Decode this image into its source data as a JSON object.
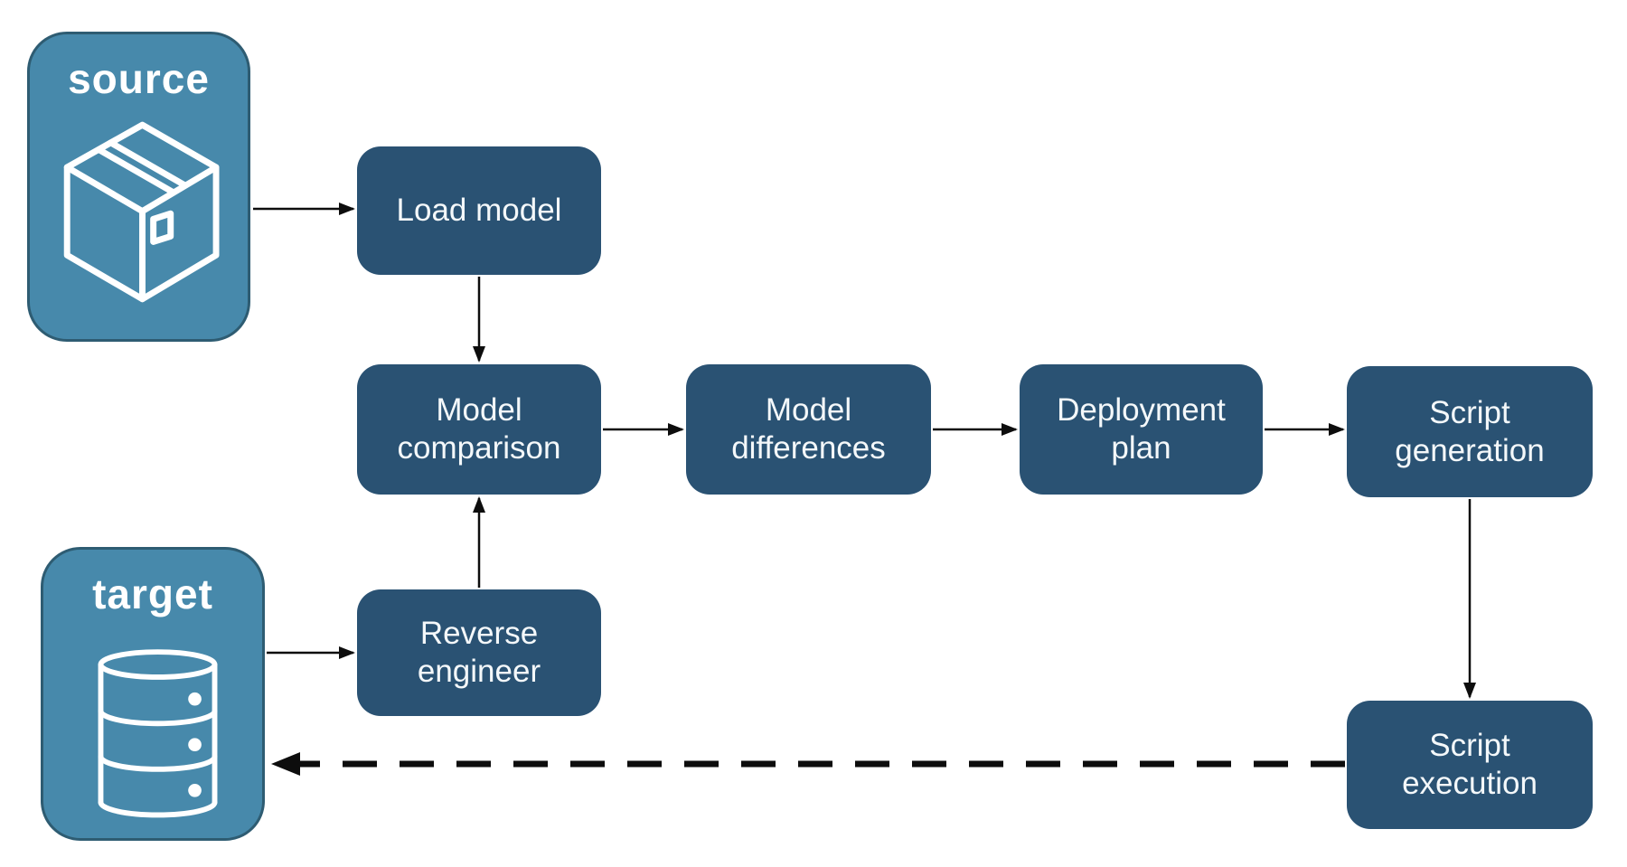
{
  "diagram": {
    "containers": {
      "source": {
        "label": "source",
        "icon": "package-icon"
      },
      "target": {
        "label": "target",
        "icon": "database-icon"
      }
    },
    "nodes": {
      "load_model": {
        "label": "Load model"
      },
      "model_comparison": {
        "label": "Model comparison"
      },
      "model_differences": {
        "label": "Model differences"
      },
      "deployment_plan": {
        "label": "Deployment plan"
      },
      "script_generation": {
        "label": "Script generation"
      },
      "reverse_engineer": {
        "label": "Reverse engineer"
      },
      "script_execution": {
        "label": "Script execution"
      }
    },
    "edges": [
      {
        "from": "source",
        "to": "load_model",
        "style": "solid"
      },
      {
        "from": "load_model",
        "to": "model_comparison",
        "style": "solid"
      },
      {
        "from": "model_comparison",
        "to": "model_differences",
        "style": "solid"
      },
      {
        "from": "model_differences",
        "to": "deployment_plan",
        "style": "solid"
      },
      {
        "from": "deployment_plan",
        "to": "script_generation",
        "style": "solid"
      },
      {
        "from": "script_generation",
        "to": "script_execution",
        "style": "solid"
      },
      {
        "from": "reverse_engineer",
        "to": "model_comparison",
        "style": "solid"
      },
      {
        "from": "target",
        "to": "reverse_engineer",
        "style": "solid"
      },
      {
        "from": "script_execution",
        "to": "target",
        "style": "dashed"
      }
    ],
    "colors": {
      "background": "#FFFFFF",
      "container_fill": "#4789AB",
      "container_border": "#2E5C72",
      "node_fill": "#2A5273",
      "label_text": "#FFFFFF",
      "arrow": "#0D0D0D"
    }
  }
}
